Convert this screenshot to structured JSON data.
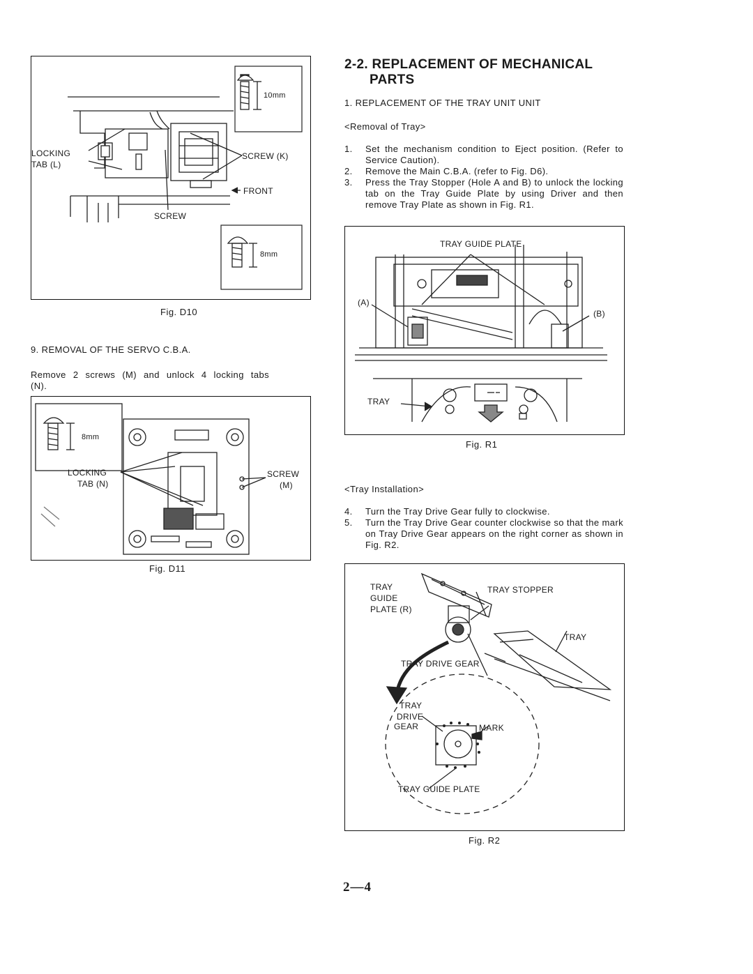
{
  "figures": {
    "d10": {
      "caption": "Fig. D10",
      "labels": {
        "locking_tab_1": "LOCKING",
        "locking_tab_2": "TAB (L)",
        "screw_k": "SCREW (K)",
        "front": "FRONT",
        "screw": "SCREW",
        "size_10": "10mm",
        "size_8": "8mm"
      }
    },
    "d11": {
      "caption": "Fig. D11",
      "labels": {
        "size_8": "8mm",
        "locking_1": "LOCKING",
        "locking_2": "TAB (N)",
        "screw_1": "SCREW",
        "screw_2": "(M)"
      }
    },
    "r1": {
      "caption": "Fig. R1",
      "labels": {
        "tray_guide_plate": "TRAY GUIDE PLATE",
        "hole_a": "(A)",
        "hole_b": "(B)",
        "tray": "TRAY"
      }
    },
    "r2": {
      "caption": "Fig. R2",
      "labels": {
        "tray_guide_1": "TRAY",
        "tray_guide_2": "GUIDE",
        "tray_guide_3": "PLATE (R)",
        "tray_stopper": "TRAY STOPPER",
        "tray": "TRAY",
        "tray_drive_gear": "TRAY DRIVE GEAR",
        "inset_1": "TRAY",
        "inset_2": "DRIVE",
        "inset_3": "GEAR",
        "mark": "MARK",
        "tray_guide_plate": "TRAY GUIDE PLATE"
      }
    }
  },
  "servo": {
    "heading": "9. REMOVAL OF THE SERVO C.B.A.",
    "body_1": "Remove 2 screws (M) and unlock 4 locking tabs",
    "body_2": "(N)."
  },
  "section": {
    "title_1": "2-2. REPLACEMENT OF MECHANICAL",
    "title_2": "PARTS",
    "subtitle": "1. REPLACEMENT OF THE TRAY UNIT UNIT",
    "removal_heading": "<Removal of Tray>",
    "removal_steps": [
      {
        "num": "1.",
        "text": "Set the mechanism condition to Eject position. (Refer to Service Caution)."
      },
      {
        "num": "2.",
        "text": "Remove the Main C.B.A. (refer to Fig. D6)."
      },
      {
        "num": "3.",
        "text": "Press the Tray Stopper (Hole A and B) to unlock the locking tab on the Tray Guide Plate by using Driver and then remove Tray Plate as shown in Fig. R1."
      }
    ],
    "install_heading": "<Tray Installation>",
    "install_steps": [
      {
        "num": "4.",
        "text": "Turn the Tray Drive Gear fully to clockwise."
      },
      {
        "num": "5.",
        "text": "Turn the Tray Drive Gear counter clockwise so that the mark on Tray Drive Gear appears on the right corner as shown in Fig. R2."
      }
    ]
  },
  "page_number": "2—4"
}
